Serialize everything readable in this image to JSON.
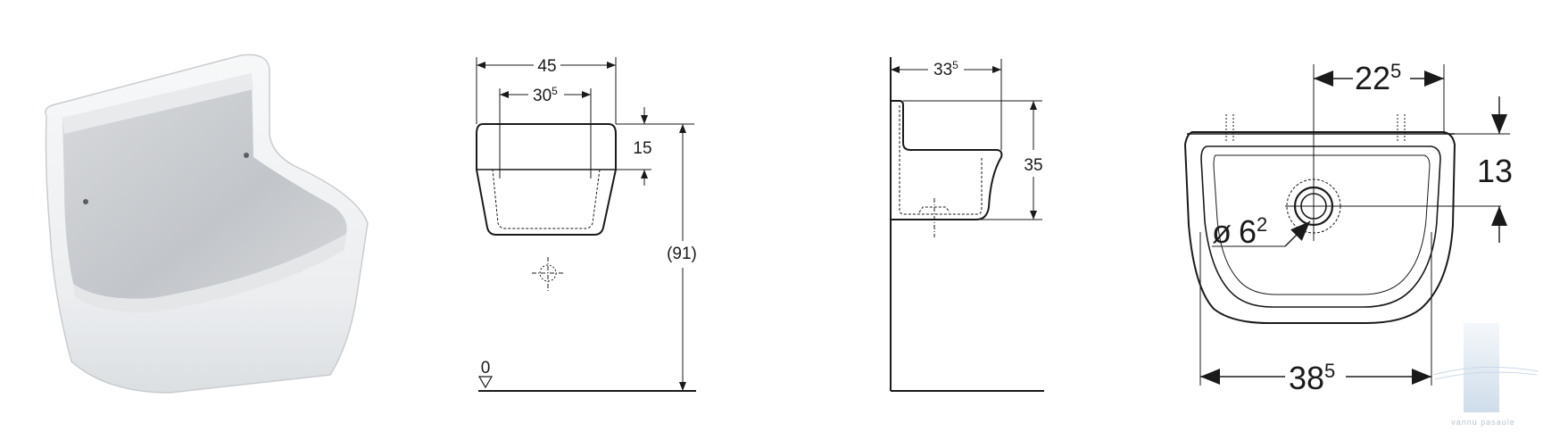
{
  "front_view": {
    "width_outer": "45",
    "width_inner_main": "30",
    "width_inner_sup": "5",
    "depth_rim": "15",
    "height_total": "(91)",
    "floor_level": "0"
  },
  "side_view": {
    "depth_main": "33",
    "depth_sup": "5",
    "height": "35"
  },
  "top_view": {
    "drain_offset_main": "22",
    "drain_offset_sup": "5",
    "rim_to_drain": "13",
    "drain_diameter_symbol": "ø",
    "drain_diameter_main": "6",
    "drain_diameter_sup": "2",
    "width_main": "38",
    "width_sup": "5"
  },
  "watermark": {
    "text": "vannu pasaule"
  },
  "colors": {
    "line": "#1a1a1a",
    "ceramic_light": "#f4f5f6",
    "ceramic_shadow": "#c9ccd0",
    "watermark": "#c9d9e8"
  }
}
